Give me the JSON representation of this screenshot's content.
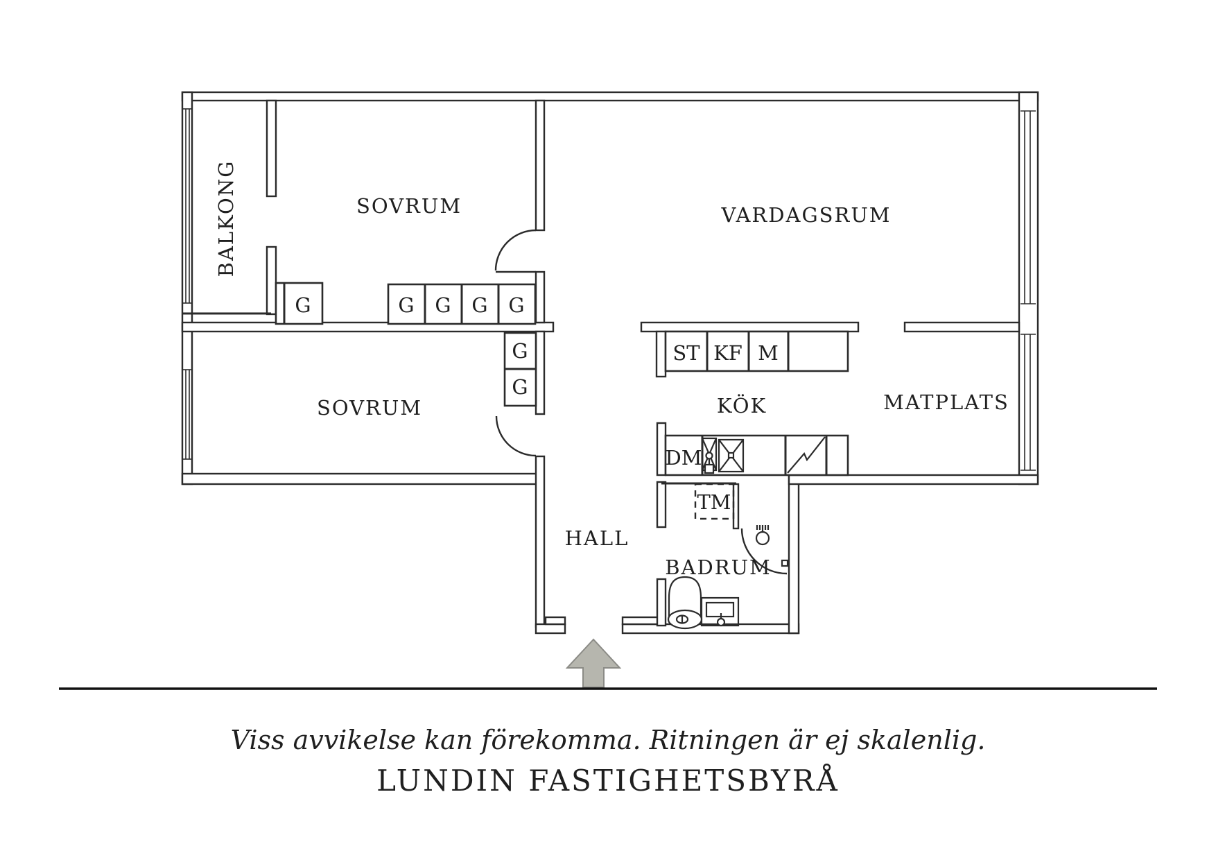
{
  "title": "Floor plan",
  "colors": {
    "wall": "#2b2b2b",
    "text": "#1f1f1f",
    "arrow_fill": "#b6b6ae",
    "arrow_stroke": "#8b8b86",
    "background": "#ffffff"
  },
  "rooms": {
    "balkong": {
      "label": "BALKONG"
    },
    "sovrum1": {
      "label": "SOVRUM"
    },
    "vardagsrum": {
      "label": "VARDAGSRUM"
    },
    "sovrum2": {
      "label": "SOVRUM"
    },
    "kok": {
      "label": "KÖK"
    },
    "matplats": {
      "label": "MATPLATS"
    },
    "hall": {
      "label": "HALL"
    },
    "badrum": {
      "label": "BADRUM"
    }
  },
  "closets": {
    "wardrobes": [
      "G",
      "G",
      "G",
      "G",
      "G",
      "G",
      "G"
    ],
    "kitchen_upper": [
      "ST",
      "KF",
      "M"
    ],
    "dishwasher": "DM",
    "washing_machine": "TM"
  },
  "fixtures": [
    "sink-unit",
    "sink-basin",
    "stove",
    "toilet",
    "washbasin",
    "wall-sink",
    "entrance-arrow"
  ],
  "footer": {
    "disclaimer": "Viss avvikelse kan förekomma. Ritningen är ej skalenlig.",
    "brand": "LUNDIN FASTIGHETSBYRÅ"
  }
}
